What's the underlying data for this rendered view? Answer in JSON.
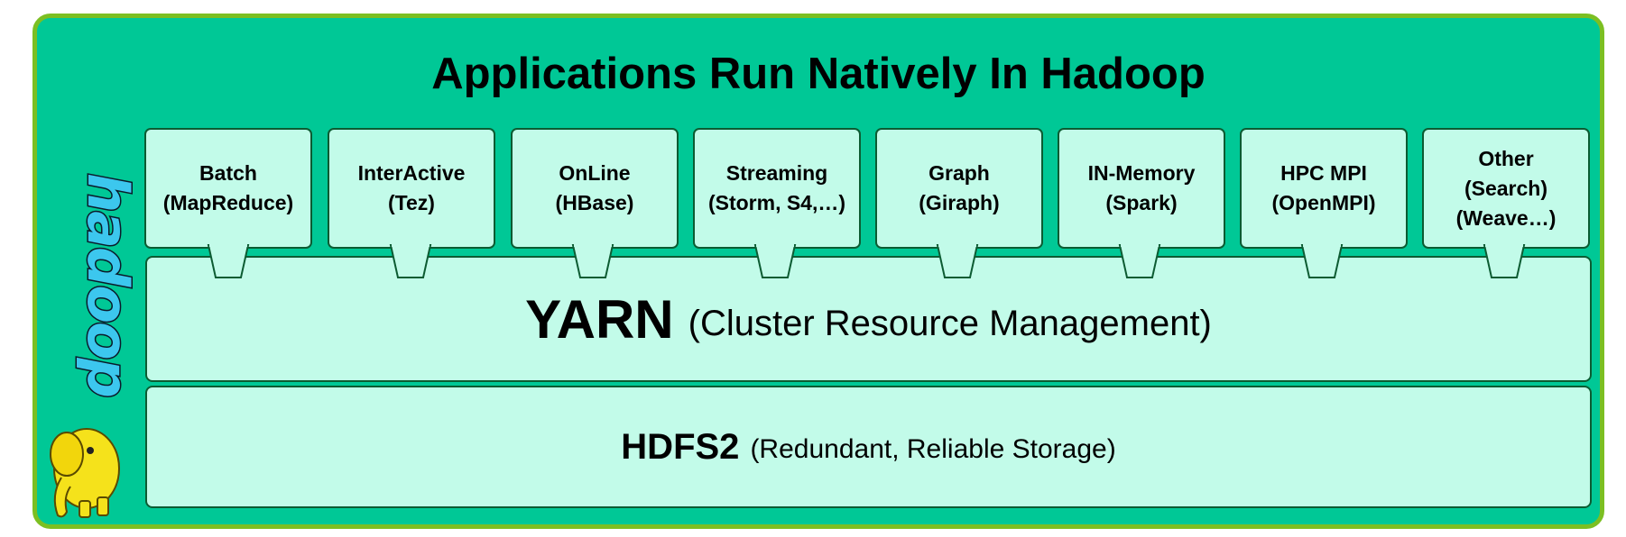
{
  "title": "Applications Run Natively In Hadoop",
  "logo": {
    "text": "hadoop"
  },
  "apps": [
    {
      "label": "Batch\n(MapReduce)"
    },
    {
      "label": "InterActive\n(Tez)"
    },
    {
      "label": "OnLine\n(HBase)"
    },
    {
      "label": "Streaming\n(Storm, S4,…)"
    },
    {
      "label": "Graph\n(Giraph)"
    },
    {
      "label": "IN-Memory\n(Spark)"
    },
    {
      "label": "HPC MPI\n(OpenMPI)"
    },
    {
      "label": "Other\n(Search)\n(Weave…)"
    }
  ],
  "yarn": {
    "name": "YARN",
    "desc": "(Cluster Resource Management)"
  },
  "hdfs": {
    "name": "HDFS2",
    "desc": "(Redundant, Reliable Storage)"
  },
  "colors": {
    "panel": "#00c896",
    "panel_border": "#7cbf22",
    "box_fill": "#c2fbe9",
    "box_border": "#0c5b32",
    "logo_blue": "#3cc7ee",
    "elephant_yellow": "#f5e21b"
  }
}
